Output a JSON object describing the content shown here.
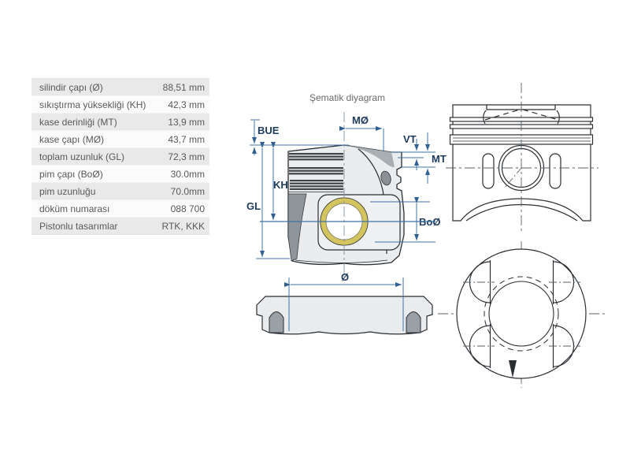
{
  "diagram": {
    "title": "Şematik diyagram",
    "labels": {
      "bue": "BUE",
      "mo": "MØ",
      "vt": "VT",
      "mt": "MT",
      "kh": "KH",
      "gl": "GL",
      "bo": "BoØ",
      "dia": "Ø"
    }
  },
  "spec_table": {
    "rows": [
      {
        "label": "silindir çapı (Ø)",
        "value": "88,51 mm"
      },
      {
        "label": "sıkıştırma yüksekliği (KH)",
        "value": "42,3 mm"
      },
      {
        "label": "kase derinliği (MT)",
        "value": "13,9 mm"
      },
      {
        "label": "kase çapı (MØ)",
        "value": "43,7 mm"
      },
      {
        "label": "toplam uzunluk (GL)",
        "value": "72,3 mm"
      },
      {
        "label": "pim çapı (BoØ)",
        "value": "30.0mm"
      },
      {
        "label": "pim uzunluğu",
        "value": "70.0mm"
      },
      {
        "label": "döküm numarası",
        "value": "088 700"
      },
      {
        "label": "Pistonlu tasarımlar",
        "value": "RTK, KKK"
      }
    ]
  },
  "colors": {
    "dimension_line": "#3c74a6",
    "dimension_label": "#1e3a5f",
    "drawing_outline": "#2b2f33",
    "bushing_yellow": "#d3c45e",
    "table_row_gray": "#e9e9e9"
  }
}
